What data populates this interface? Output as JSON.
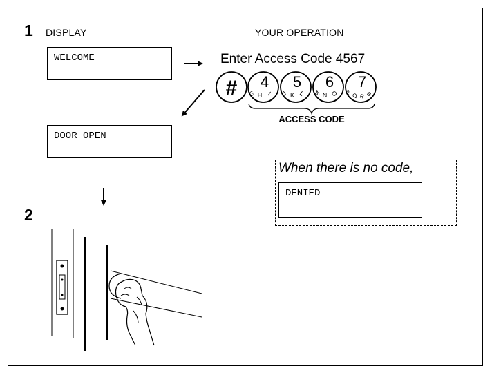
{
  "steps": {
    "step1": "1",
    "step2": "2"
  },
  "headers": {
    "display": "DISPLAY",
    "operation": "YOUR OPERATION"
  },
  "displays": {
    "welcome": "WELCOME",
    "door_open": "DOOR OPEN",
    "denied": "DENIED"
  },
  "instruction": "Enter Access Code 4567",
  "keys": {
    "hash": "#",
    "k4": {
      "digit": "4",
      "letters": [
        "G",
        "H",
        "I"
      ]
    },
    "k5": {
      "digit": "5",
      "letters": [
        "J",
        "K",
        "L"
      ]
    },
    "k6": {
      "digit": "6",
      "letters": [
        "M",
        "N",
        "O"
      ]
    },
    "k7": {
      "digit": "7",
      "letters": [
        "P",
        "Q",
        "R",
        "S"
      ]
    }
  },
  "access_code_label": "ACCESS CODE",
  "no_code_note": "When there is no code,"
}
